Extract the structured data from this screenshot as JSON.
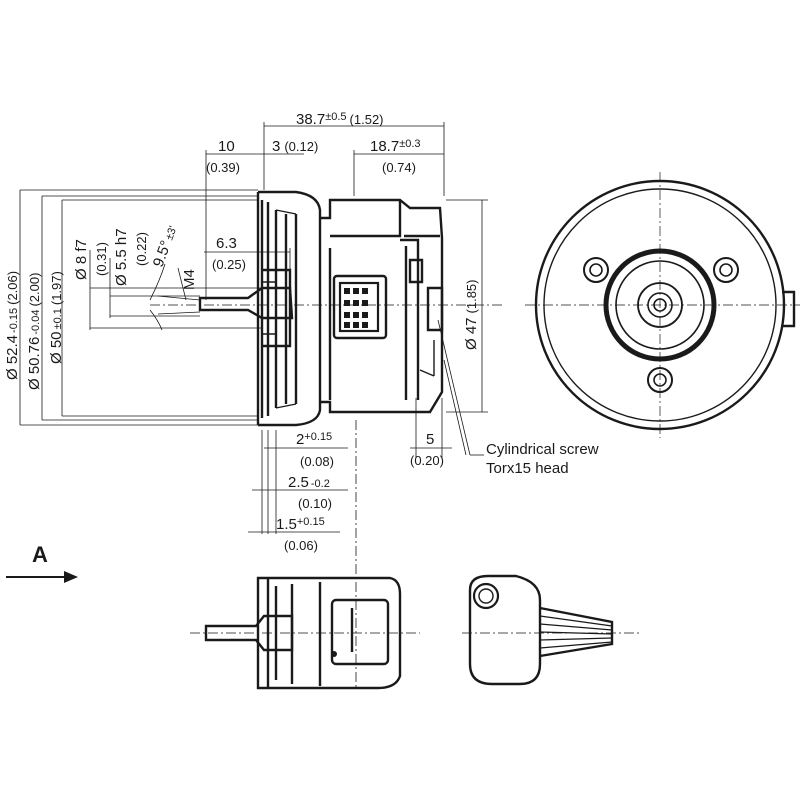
{
  "dimensions": {
    "overall_length": {
      "value": "38.7",
      "tol": "±0.5",
      "inch": "(1.52)"
    },
    "shaft_length": {
      "value": "10",
      "inch": "(0.39)"
    },
    "flange_offset": {
      "value": "3",
      "inch": "(0.12)"
    },
    "connector_length": {
      "value": "18.7",
      "tol": "±0.3",
      "inch": "(0.74)"
    },
    "shaft_flat": {
      "value": "6.3",
      "inch": "(0.25)"
    },
    "dia_52": {
      "value": "Ø 52.4",
      "tol": "-0.15",
      "inch": "(2.06)"
    },
    "dia_50_76": {
      "value": "Ø 50.76",
      "tol": "-0.04",
      "inch": "(2.00)"
    },
    "dia_50": {
      "value": "Ø 50",
      "tol": "±0.1",
      "inch": "(1.97)"
    },
    "dia_8": {
      "value": "Ø 8 f7",
      "inch": "(0.31)"
    },
    "dia_5_5": {
      "value": "Ø 5.5 h7",
      "inch": "(0.22)"
    },
    "angle": {
      "value": "9.5°",
      "tol": "±3'"
    },
    "thread": {
      "value": "M4"
    },
    "dia_47": {
      "value": "Ø 47",
      "inch": "(1.85)"
    },
    "screw_offset": {
      "value": "5",
      "inch": "(0.20)"
    },
    "step_2": {
      "value": "2",
      "tol": "+0.15",
      "inch": "(0.08)"
    },
    "step_2_5": {
      "value": "2.5",
      "tol": "-0.2",
      "inch": "(0.10)"
    },
    "step_1_5": {
      "value": "1.5",
      "tol": "+0.15",
      "inch": "(0.06)"
    }
  },
  "callout": {
    "line1": "Cylindrical screw",
    "line2": "Torx15 head"
  },
  "view_label": "A",
  "icons": {
    "view_arrow": "arrow-right-icon"
  },
  "colors": {
    "ink": "#1a1a1a",
    "background": "#ffffff"
  }
}
